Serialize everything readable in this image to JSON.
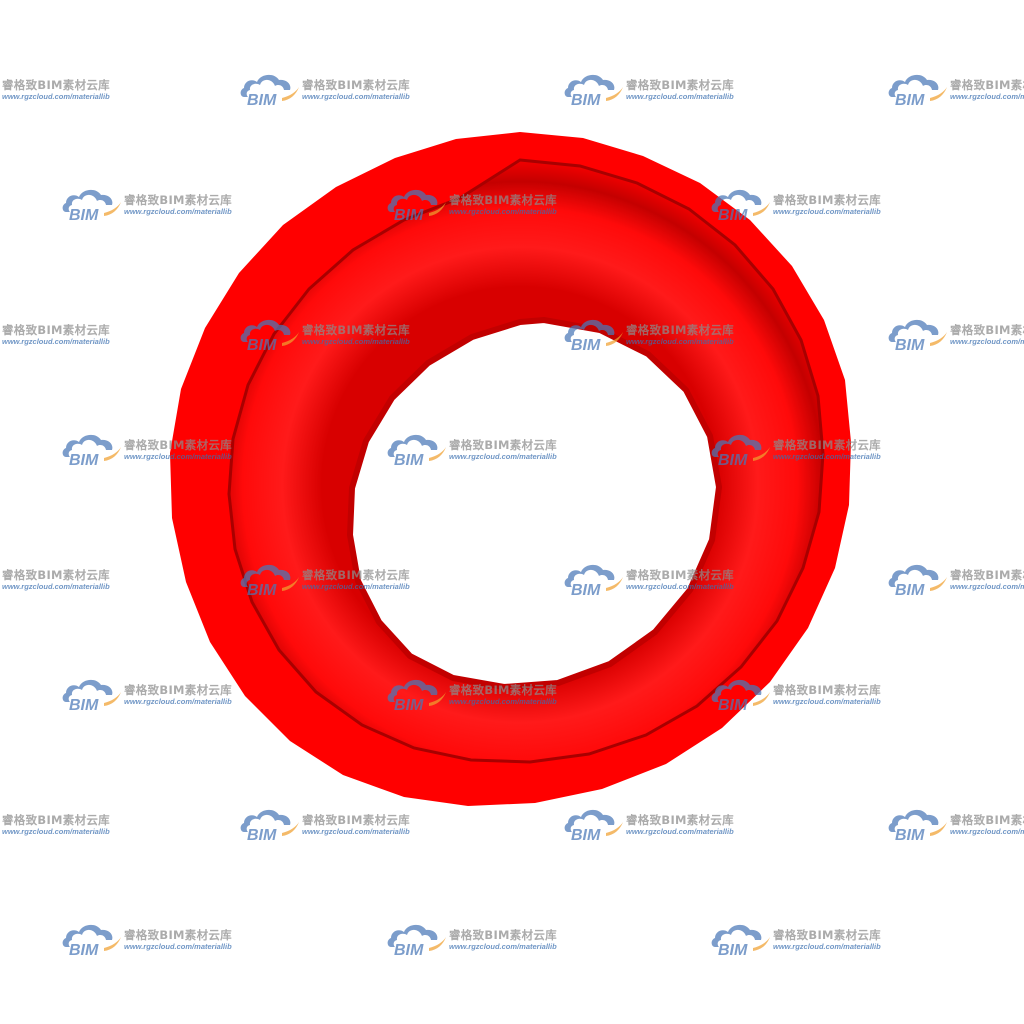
{
  "scene": {
    "subject": "red-ring-3d-model",
    "background_color": "#ffffff",
    "ring_color": "#ff0000",
    "ring_shadow_color": "#b30000",
    "ring_highlight_color": "#ff3b3b"
  },
  "watermark": {
    "logo_text": "BIM",
    "name": "睿格致BIM素材云库",
    "url": "www.rgzcloud.com/materiallib",
    "logo_blue": "#4a78b8",
    "logo_orange": "#f0a030",
    "icon": "cloud-logo-icon"
  }
}
